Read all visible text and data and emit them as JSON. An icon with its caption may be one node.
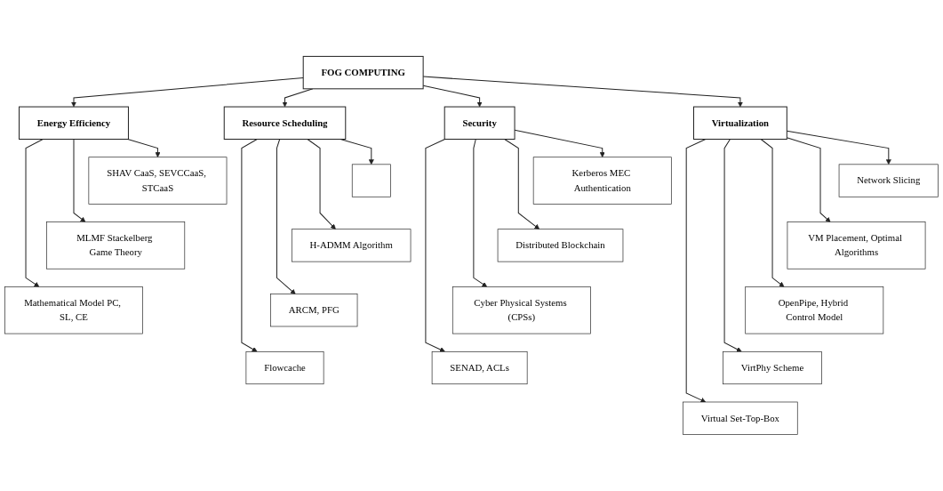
{
  "diagram": {
    "nodes": [
      {
        "text": [
          "FOG COMPUTING"
        ]
      },
      {
        "text": [
          "Energy Efficiency"
        ]
      },
      {
        "text": [
          "SHAV CaaS, SEVCCaaS, STCaaS"
        ]
      },
      {
        "text": [
          "MLMF Stackelberg Game Theory"
        ]
      },
      {
        "text": [
          "Mathematical Model PC, SL, CE"
        ]
      },
      {
        "text": [
          "Resource Scheduling"
        ]
      },
      {
        "text": [],
        "shape": "box"
      },
      {
        "text": [
          "H-ADMM Algorithm"
        ]
      },
      {
        "text": [
          "ARCM, PFG"
        ]
      },
      {
        "text": [
          "Flowcache"
        ]
      },
      {
        "text": [
          "Security"
        ]
      },
      {
        "text": [
          "Kerberos MEC Authentication"
        ]
      },
      {
        "text": [
          "Distributed Blockchain"
        ]
      },
      {
        "text": [
          "Cyber Physical Systems (CPSs)"
        ]
      },
      {
        "text": [
          "SENAD, ACLs"
        ]
      },
      {
        "text": [
          "Virtualization"
        ]
      },
      {
        "text": [
          "Network Slicing"
        ]
      },
      {
        "text": [
          "VM Placement, Optimal Algorithms"
        ]
      },
      {
        "text": [
          "OpenPipe, Hybrid Control Model"
        ]
      },
      {
        "text": [
          "VirtPhy Scheme"
        ]
      },
      {
        "text": [
          "Virtual Set-Top-Box"
        ]
      }
    ],
    "edges": [
      {
        "from": 0,
        "to": 1,
        "arrow": "to"
      },
      {
        "from": 0,
        "to": 5,
        "arrow": "to"
      },
      {
        "from": 0,
        "to": 10,
        "arrow": "to"
      },
      {
        "from": 0,
        "to": 15,
        "arrow": "to"
      },
      {
        "from": 1,
        "to": 2,
        "arrow": "to"
      },
      {
        "from": 1,
        "to": 3,
        "arrow": "to"
      },
      {
        "from": 1,
        "to": 4,
        "arrow": "to"
      },
      {
        "from": 5,
        "to": 6,
        "arrow": "to"
      },
      {
        "from": 5,
        "to": 7,
        "arrow": "to"
      },
      {
        "from": 5,
        "to": 8,
        "arrow": "to"
      },
      {
        "from": 5,
        "to": 9,
        "arrow": "to"
      },
      {
        "from": 10,
        "to": 11,
        "arrow": "to"
      },
      {
        "from": 10,
        "to": 12,
        "arrow": "to"
      },
      {
        "from": 10,
        "to": 13,
        "arrow": "to"
      },
      {
        "from": 10,
        "to": 14,
        "arrow": "to"
      },
      {
        "from": 15,
        "to": 16,
        "arrow": "to"
      },
      {
        "from": 15,
        "to": 17,
        "arrow": "to"
      },
      {
        "from": 15,
        "to": 18,
        "arrow": "to"
      },
      {
        "from": 15,
        "to": 19,
        "arrow": "to"
      },
      {
        "from": 15,
        "to": 20,
        "arrow": "to"
      }
    ]
  }
}
